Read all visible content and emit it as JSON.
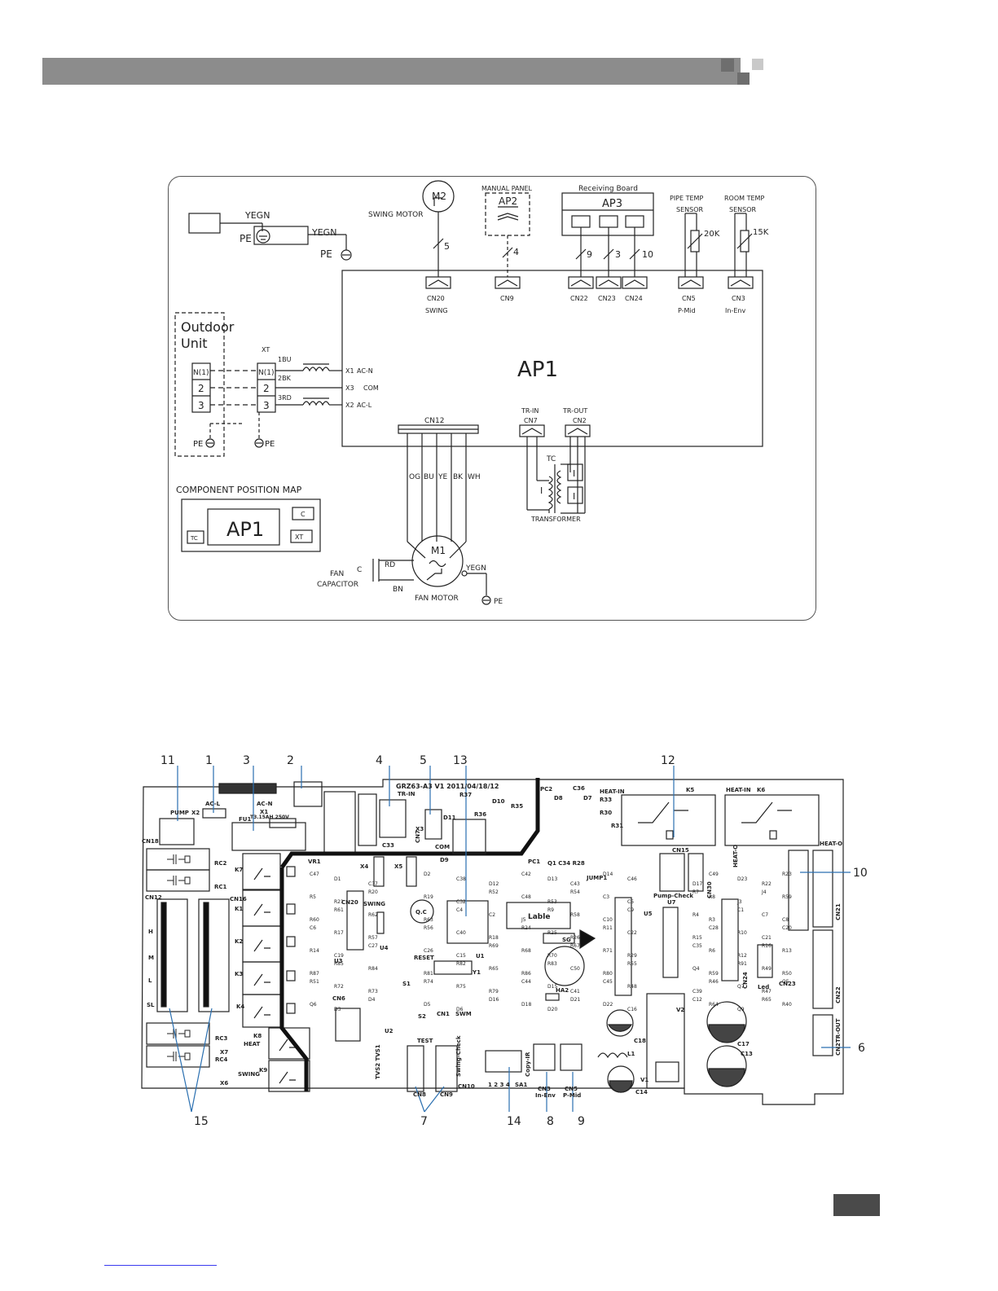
{
  "wiring": {
    "swing_motor": {
      "symbol": "M2",
      "label": "SWING MOTOR",
      "wires": "5",
      "connector": "CN20",
      "connector_sub": "SWING"
    },
    "manual_panel": {
      "title": "MANUAL PANEL",
      "ref": "AP2",
      "wires": "4",
      "connector": "CN9"
    },
    "receiving_board": {
      "title": "Receiving Board",
      "ref": "AP3",
      "wires": [
        "9",
        "3",
        "10"
      ],
      "connectors": [
        "CN22",
        "CN23",
        "CN24"
      ]
    },
    "pipe_temp_sensor": {
      "line1": "PIPE TEMP",
      "line2": "SENSOR",
      "value": "20K",
      "connector": "CN5",
      "connector_sub": "P-Mid"
    },
    "room_temp_sensor": {
      "line1": "ROOM TEMP",
      "line2": "SENSOR",
      "value": "15K",
      "connector": "CN3",
      "connector_sub": "In-Env"
    },
    "main_board": "AP1",
    "ground_top": {
      "wire1": "YEGN",
      "wire2": "YEGN",
      "pe": "PE"
    },
    "outdoor_unit": {
      "line1": "Outdoor",
      "line2": "Unit",
      "terminals": [
        "N(1)",
        "2",
        "3"
      ]
    },
    "xt": {
      "label": "XT",
      "terminals": [
        "N(1)",
        "2",
        "3"
      ],
      "wires": [
        "1BU",
        "2BK",
        "3RD"
      ]
    },
    "inputs": [
      {
        "name": "X1",
        "signal": "AC-N"
      },
      {
        "name": "X3",
        "signal": "COM"
      },
      {
        "name": "X2",
        "signal": "AC-L"
      }
    ],
    "pe_labels": [
      "PE",
      "PE"
    ],
    "cn12": {
      "label": "CN12",
      "wires": [
        "OG",
        "BU",
        "YE",
        "BK",
        "WH"
      ]
    },
    "transformer": {
      "label": "TRANSFORMER",
      "tc": "TC",
      "in_label": "TR-IN",
      "in_conn": "CN7",
      "out_label": "TR-OUT",
      "out_conn": "CN2",
      "winding": "I"
    },
    "fan_motor": {
      "symbol": "M1",
      "label": "FAN MOTOR",
      "capacitor_line1": "FAN",
      "capacitor_line2": "CAPACITOR",
      "cap": "C",
      "rd": "RD",
      "bn": "BN",
      "yegn": "YEGN",
      "pe": "PE"
    },
    "component_map": {
      "title": "COMPONENT POSITION MAP",
      "ap1": "AP1",
      "c": "C",
      "tc": "TC",
      "xt": "XT"
    }
  },
  "pcb": {
    "callouts_top": [
      "11",
      "1",
      "3",
      "2",
      "4",
      "5",
      "13",
      "12"
    ],
    "callouts_right": [
      "10",
      "6"
    ],
    "callouts_bottom": [
      "15",
      "7",
      "14",
      "8",
      "9"
    ],
    "board_id": "GRZ63-A3  V1  2011/04/18/12",
    "labels": {
      "tr_in": "TR-IN",
      "heat_in": "HEAT-IN",
      "heat_in_k6": "HEAT-IN",
      "k5": "K5",
      "k6": "K6",
      "heat_o": "HEAT-O",
      "heat_o2": "HEAT-O",
      "pump": "PUMP",
      "x2": "X2",
      "ac_l": "AC-L",
      "ac_n": "AC-N",
      "x1": "X1",
      "fu1": "FU1",
      "fuse": "T3.15AH 250V",
      "cn18": "CN18",
      "rc2": "RC2",
      "rc1": "RC1",
      "cn12": "CN12",
      "cn16": "CN16",
      "h": "H",
      "m": "M",
      "l": "L",
      "sl": "SL",
      "k7": "K7",
      "k1": "K1",
      "k2": "K2",
      "k3": "K3",
      "k4": "K4",
      "k8": "K8",
      "k9": "K9",
      "heat": "HEAT",
      "swing": "SWING",
      "x7": "X7",
      "x6": "X6",
      "rc3": "RC3",
      "rc4": "RC4",
      "vr1": "VR1",
      "c33": "C33",
      "x3": "X3",
      "com": "COM",
      "cn7": "CN7",
      "x4": "X4",
      "x5": "X5",
      "cn20": "CN20",
      "swing2": "SWING",
      "u3": "U3",
      "u4": "U4",
      "qc": "Q.C",
      "reset": "RESET",
      "s1": "S1",
      "s2": "S2",
      "u1": "U1",
      "y1": "Y1",
      "u2": "U2",
      "test": "TEST",
      "cn1": "CN1",
      "swm": "SWM",
      "swing_check": "Swing-Check",
      "copy_ir": "Copy-IR",
      "sa1": "SA1",
      "sa1_pins": "1 2 3 4",
      "cn8": "CN8",
      "cn9": "CN9",
      "cn10": "CN10",
      "cn3": "CN3",
      "in_env": "In-Env",
      "cn5": "CN5",
      "p_mid": "P-Mid",
      "lable": "Lable",
      "sg": "SG",
      "ha2": "HA2",
      "pc1": "PC1",
      "pc2": "PC2",
      "jump1": "JUMP1",
      "cn15": "CN15",
      "pump_check": "Pump-Check",
      "cn30": "CN30",
      "u5": "U5",
      "u7": "U7",
      "cn24": "CN24",
      "led": "Led",
      "cn23": "CN23",
      "cn21": "CN21",
      "cn22": "CN22",
      "cn2": "CN2",
      "tr_out": "TR-OUT",
      "v1": "V1",
      "v2": "V2",
      "l1": "L1",
      "c13": "C13",
      "c14": "C14",
      "c17": "C17",
      "c18": "C18",
      "tvs": "TVS2 TVS1",
      "cn6": "CN6",
      "qtrs": "Q1 C34 R28",
      "led_d": "D10",
      "r35": "R35",
      "r36": "R36",
      "d11": "D11",
      "r37": "R37",
      "c36": "C36",
      "r33": "R33",
      "r30": "R30",
      "r31": "R31",
      "d7": "D7",
      "d8": "D8",
      "d9": "D9"
    },
    "small_refs": [
      "C47",
      "D1",
      "C37",
      "D2",
      "C38",
      "D12",
      "C42",
      "D13",
      "C43",
      "D14",
      "C46",
      "D17",
      "C49",
      "D23",
      "R22",
      "R23",
      "R5",
      "R21",
      "R20",
      "R19",
      "C32",
      "R52",
      "C48",
      "R53",
      "R54",
      "C3",
      "C5",
      "R7",
      "R8",
      "J3",
      "J4",
      "R59",
      "R60",
      "R61",
      "R62",
      "R63",
      "C4",
      "C2",
      "J5",
      "R9",
      "R58",
      "C10",
      "C9",
      "R4",
      "R3",
      "C1",
      "C7",
      "C8",
      "C6",
      "R17",
      "R57",
      "R56",
      "C40",
      "R18",
      "R24",
      "R25",
      "R26",
      "R11",
      "C22",
      "R15",
      "C28",
      "R10",
      "C21",
      "C20",
      "R14",
      "C19",
      "C27",
      "C26",
      "C15",
      "R69",
      "R68",
      "R70",
      "R67",
      "R71",
      "R29",
      "C35",
      "R6",
      "R12",
      "R16",
      "R13",
      "R87",
      "R85",
      "R84",
      "R81",
      "R82",
      "R65",
      "R86",
      "R83",
      "C50",
      "R80",
      "R55",
      "Q4",
      "R59",
      "R91",
      "R49",
      "R50",
      "R51",
      "R72",
      "R73",
      "R74",
      "R75",
      "R79",
      "C44",
      "D15",
      "C41",
      "C45",
      "R48",
      "C39",
      "R46",
      "Q7",
      "R47",
      "Q5",
      "Q6",
      "D3",
      "D4",
      "D5",
      "D6",
      "D16",
      "D18",
      "D20",
      "D21",
      "D22",
      "C16",
      "C12",
      "R64",
      "Q9",
      "R65",
      "R40"
    ]
  }
}
